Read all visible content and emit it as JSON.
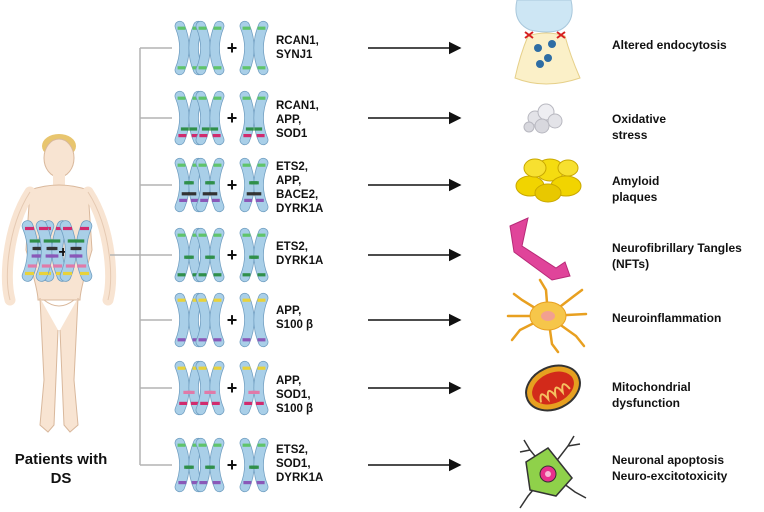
{
  "patient_label": "Patients with\nDS",
  "rows": [
    {
      "genes": "RCAN1,\nSYNJ1",
      "effect": "Altered endocytosis",
      "icon": "synapse-icon"
    },
    {
      "genes": "RCAN1,\nAPP,\nSOD1",
      "effect": "Oxidative\nstress",
      "icon": "oxidative-stress-icon"
    },
    {
      "genes": "ETS2,\nAPP,\nBACE2,\nDYRK1A",
      "effect": "Amyloid\nplaques",
      "icon": "amyloid-plaques-icon"
    },
    {
      "genes": "ETS2,\nDYRK1A",
      "effect": "Neurofibrillary Tangles\n(NFTs)",
      "icon": "neurofibrillary-tangle-icon"
    },
    {
      "genes": "APP,\nS100 β",
      "effect": "Neuroinflammation",
      "icon": "inflamed-glia-icon"
    },
    {
      "genes": "APP,\nSOD1,\nS100 β",
      "effect": "Mitochondrial\ndysfunction",
      "icon": "mitochondrion-icon"
    },
    {
      "genes": "ETS2,\nSOD1,\nDYRK1A",
      "effect": "Neuronal apoptosis\nNeuro-excitotoxicity",
      "icon": "neuron-icon"
    }
  ],
  "colors": {
    "chromosome": "#a9cfe8",
    "chromosome_outline": "#6f9dc0",
    "skin": "#f8e4d2",
    "hair": "#e8c56e",
    "bracket": "#b3b3b3",
    "arrow": "#111111"
  }
}
